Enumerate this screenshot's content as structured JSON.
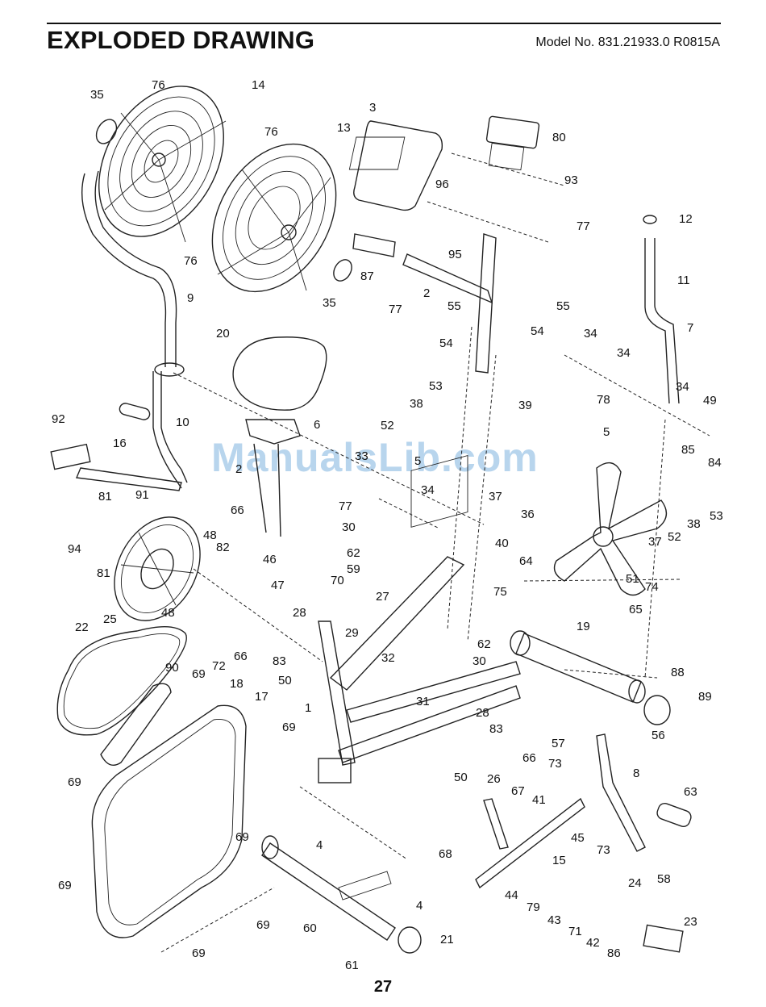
{
  "header": {
    "title": "EXPLODED DRAWING",
    "model": "Model No. 831.21933.0 R0815A"
  },
  "footer": {
    "page_number": "27"
  },
  "watermark": "ManualsLib.com",
  "part_labels": [
    "76",
    "14",
    "35",
    "76",
    "13",
    "76",
    "3",
    "80",
    "93",
    "96",
    "77",
    "12",
    "95",
    "87",
    "11",
    "35",
    "77",
    "2",
    "9",
    "55",
    "55",
    "54",
    "54",
    "7",
    "34",
    "34",
    "20",
    "78",
    "34",
    "49",
    "53",
    "6",
    "39",
    "38",
    "52",
    "5",
    "85",
    "84",
    "10",
    "92",
    "16",
    "91",
    "2",
    "33",
    "5",
    "37",
    "36",
    "81",
    "77",
    "34",
    "66",
    "94",
    "30",
    "62",
    "38",
    "53",
    "81",
    "59",
    "48",
    "82",
    "46",
    "40",
    "64",
    "37",
    "52",
    "47",
    "70",
    "75",
    "51",
    "74",
    "27",
    "25",
    "48",
    "29",
    "22",
    "28",
    "72",
    "66",
    "83",
    "19",
    "65",
    "32",
    "62",
    "30",
    "50",
    "90",
    "69",
    "18",
    "17",
    "31",
    "88",
    "1",
    "28",
    "89",
    "69",
    "83",
    "57",
    "56",
    "50",
    "66",
    "73",
    "69",
    "26",
    "8",
    "41",
    "67",
    "63",
    "69",
    "15",
    "45",
    "68",
    "73",
    "4",
    "24",
    "58",
    "69",
    "44",
    "79",
    "43",
    "4",
    "71",
    "42",
    "69",
    "60",
    "86",
    "21",
    "23",
    "61",
    "69"
  ]
}
